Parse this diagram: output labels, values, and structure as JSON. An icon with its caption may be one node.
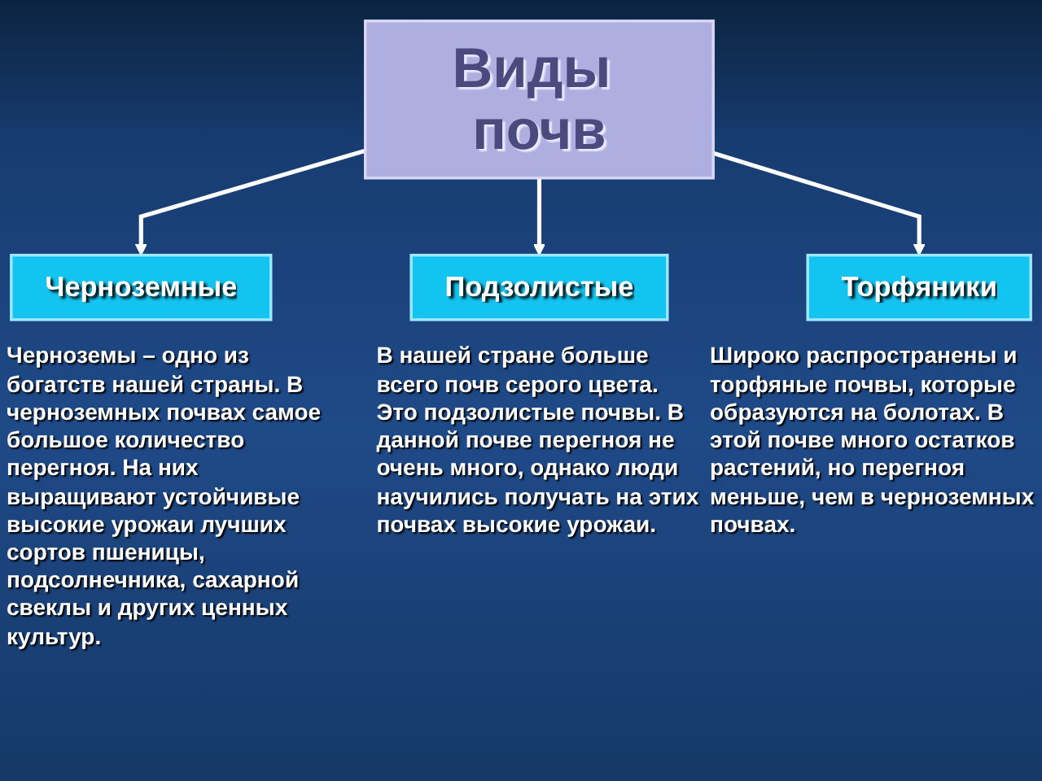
{
  "diagram": {
    "nodes": [
      {
        "text": [
          "Виды почв"
        ]
      },
      {
        "text": [
          "Черноземные"
        ],
        "beside": [
          "Черноземы – одно из богатств нашей страны. В черноземных почвах самое большое количество перегноя. На них выращивают устойчивые высокие урожаи лучших сортов пшеницы, подсолнечника, сахарной свеклы и других ценных культур."
        ]
      },
      {
        "text": [
          "Подзолистые"
        ],
        "beside": [
          "В нашей стране больше всего почв серого цвета. Это подзолистые почвы. В данной почве перегноя не очень много, однако люди научились получать на этих почвах высокие урожаи."
        ]
      },
      {
        "text": [
          "Торфяники"
        ],
        "beside": [
          "Широко распространены и торфяные почвы, которые образуются на болотах. В этой почве много остатков растений, но перегноя меньше, чем в черноземных почвах."
        ]
      }
    ],
    "edges": [
      {
        "from": 0,
        "to": 1,
        "arrow": "to"
      },
      {
        "from": 0,
        "to": 2,
        "arrow": "to"
      },
      {
        "from": 0,
        "to": 3,
        "arrow": "to"
      }
    ]
  }
}
